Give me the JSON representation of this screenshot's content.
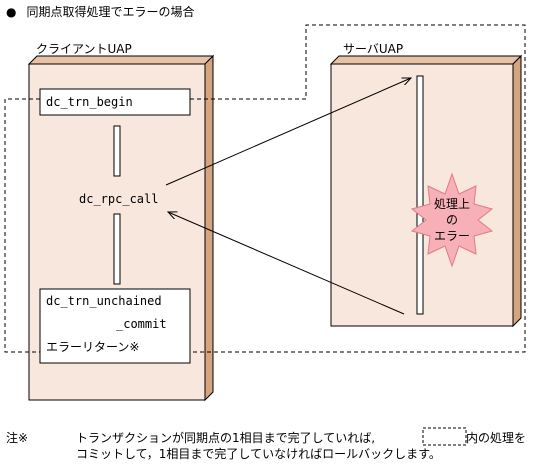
{
  "title": "同期点取得処理でエラーの場合",
  "client": {
    "label": "クライアントUAP",
    "begin_call": "dc_trn_begin",
    "rpc_call": "dc_rpc_call",
    "unchained_line1": "dc_trn_unchained",
    "unchained_line2": "_commit",
    "error_return": "エラーリターン※"
  },
  "server": {
    "label": "サーバUAP",
    "error_burst_line1": "処理上",
    "error_burst_line2": "の",
    "error_burst_line3": "エラー",
    "burst_color": "#f7b0b7"
  },
  "note": {
    "marker": "注※",
    "line1_before": "トランザクションが同期点の1相目まで完了していれば,",
    "line1_after": "内の処理を",
    "line2": "コミットして，1相目まで完了していなければロールバックします。"
  },
  "colors": {
    "panel_face": "#f8e7dc",
    "panel_side": "#d4a57e",
    "panel_top": "#e8c2a4"
  }
}
